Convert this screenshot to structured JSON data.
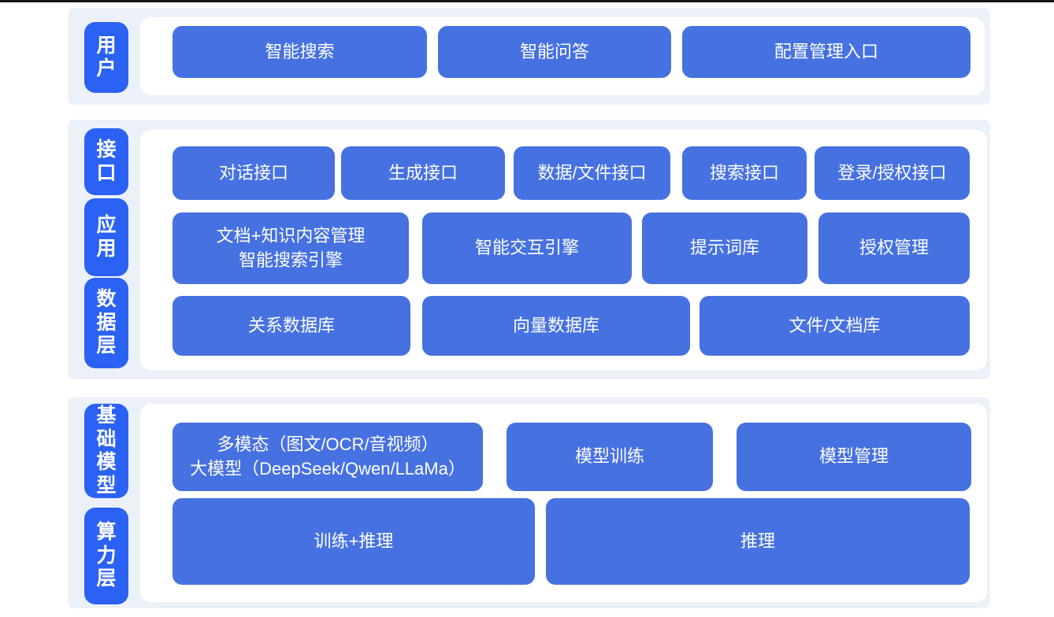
{
  "colors": {
    "band_background": "#ecf1f9",
    "panel_background": "#ffffff",
    "node_blue": "#4671e1",
    "layer_label_blue": "#2b62f3",
    "text_white": "#ffffff",
    "bottom_line": "#161616"
  },
  "layers": {
    "user": {
      "label": "用户",
      "buttons": [
        {
          "label": "智能搜索"
        },
        {
          "label": "智能问答"
        },
        {
          "label": "配置管理入口"
        }
      ]
    },
    "middle": {
      "labels": [
        {
          "text": "接口"
        },
        {
          "text": "应用"
        },
        {
          "text": "数据层"
        }
      ],
      "interface_row": [
        {
          "label": "对话接口"
        },
        {
          "label": "生成接口"
        },
        {
          "label": "数据/文件接口"
        },
        {
          "label": "搜索接口"
        },
        {
          "label": "登录/授权接口"
        }
      ],
      "application_row": [
        {
          "line1": "文档+知识内容管理",
          "line2": "智能搜索引擎"
        },
        {
          "label": "智能交互引擎"
        },
        {
          "label": "提示词库"
        },
        {
          "label": "授权管理"
        }
      ],
      "data_row": [
        {
          "label": "关系数据库"
        },
        {
          "label": "向量数据库"
        },
        {
          "label": "文件/文档库"
        }
      ]
    },
    "bottom": {
      "labels": [
        {
          "text": "基础模型"
        },
        {
          "text": "算力层"
        }
      ],
      "model_row": [
        {
          "line1": "多模态（图文/OCR/音视频）",
          "line2": "大模型（DeepSeek/Qwen/LLaMa）"
        },
        {
          "label": "模型训练"
        },
        {
          "label": "模型管理"
        }
      ],
      "compute_row": [
        {
          "label": "训练+推理"
        },
        {
          "label": "推理"
        }
      ]
    }
  }
}
